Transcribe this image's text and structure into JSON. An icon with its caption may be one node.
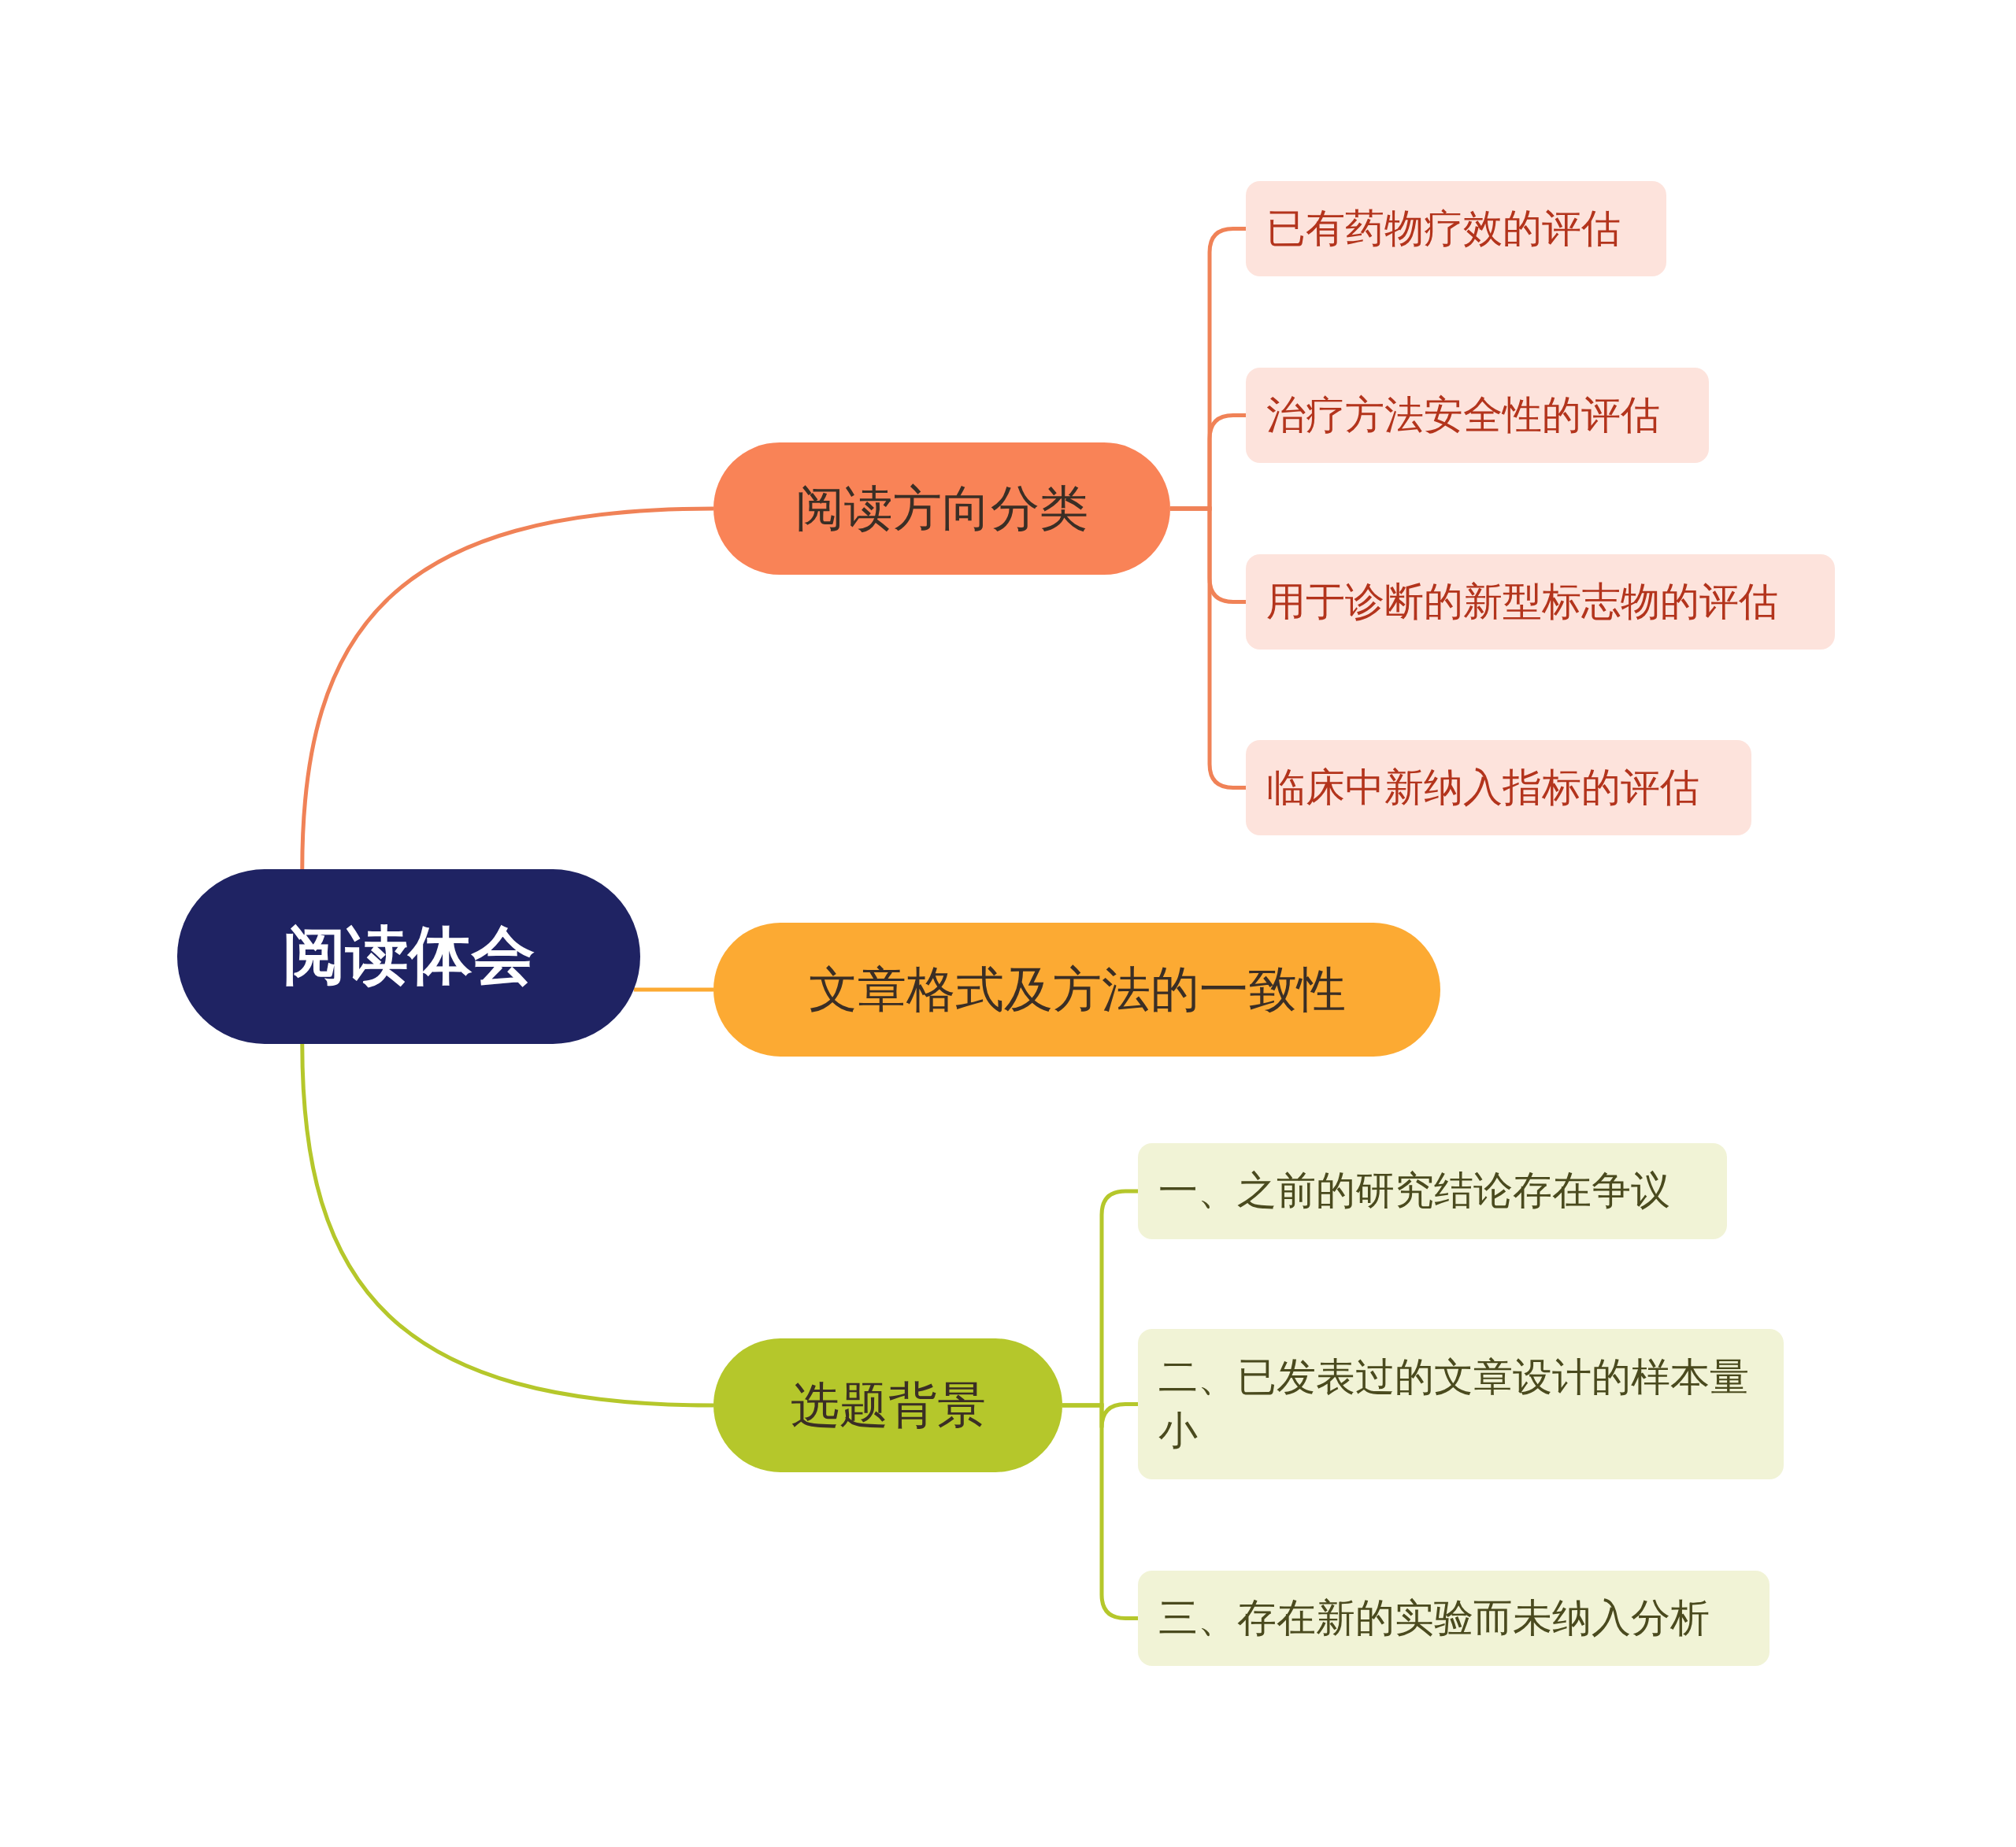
{
  "diagram": {
    "nodes": [
      {
        "text": [
          "阅读体会"
        ]
      },
      {
        "text": [
          "阅读方向分类"
        ]
      },
      {
        "text": [
          "已有药物疗效的评估"
        ]
      },
      {
        "text": [
          "治疗方法安全性的评估"
        ]
      },
      {
        "text": [
          "用于诊断的新型标志物的评估"
        ]
      },
      {
        "text": [
          "临床中新纳入指标的评估"
        ]
      },
      {
        "text": [
          "文章格式及方法的一致性"
        ]
      },
      {
        "text": [
          "选题背景"
        ]
      },
      {
        "text": [
          "一、之前的研究结论存在争议"
        ]
      },
      {
        "text": [
          "二、已发表过的文章设计的样本量小"
        ]
      },
      {
        "text": [
          "三、存在新的实验而未纳入分析"
        ]
      }
    ],
    "edges": [
      {
        "from": 0,
        "to": 1,
        "arrow": "none",
        "color": "#f08257"
      },
      {
        "from": 1,
        "to": 2,
        "arrow": "none",
        "color": "#f08257"
      },
      {
        "from": 1,
        "to": 3,
        "arrow": "none",
        "color": "#f08257"
      },
      {
        "from": 1,
        "to": 4,
        "arrow": "none",
        "color": "#f08257"
      },
      {
        "from": 1,
        "to": 5,
        "arrow": "none",
        "color": "#f08257"
      },
      {
        "from": 0,
        "to": 6,
        "arrow": "none",
        "color": "#fcaa33"
      },
      {
        "from": 0,
        "to": 7,
        "arrow": "none",
        "color": "#b5c72b"
      },
      {
        "from": 7,
        "to": 8,
        "arrow": "none",
        "color": "#b5c72b"
      },
      {
        "from": 7,
        "to": 9,
        "arrow": "none",
        "color": "#b5c72b"
      },
      {
        "from": 7,
        "to": 10,
        "arrow": "none",
        "color": "#b5c72b"
      }
    ]
  }
}
